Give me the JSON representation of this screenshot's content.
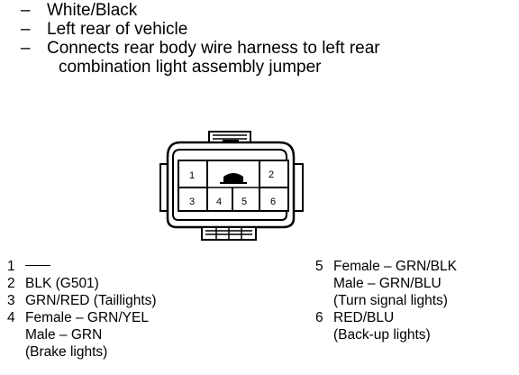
{
  "header": {
    "dash": "–",
    "lines": [
      "White/Black",
      "Left rear of vehicle",
      "Connects rear body wire harness to left rear",
      "combination light assembly jumper"
    ]
  },
  "connector": {
    "pins": [
      "1",
      "2",
      "3",
      "4",
      "5",
      "6"
    ]
  },
  "legend": {
    "left": [
      {
        "num": "1",
        "lines": []
      },
      {
        "num": "2",
        "lines": [
          "BLK (G501)"
        ]
      },
      {
        "num": "3",
        "lines": [
          "GRN/RED (Taillights)"
        ]
      },
      {
        "num": "4",
        "lines": [
          "Female – GRN/YEL",
          "Male – GRN",
          "(Brake lights)"
        ]
      }
    ],
    "right": [
      {
        "num": "5",
        "lines": [
          "Female – GRN/BLK",
          "Male – GRN/BLU",
          "(Turn signal lights)"
        ]
      },
      {
        "num": "6",
        "lines": [
          "RED/BLU",
          "(Back-up lights)"
        ]
      }
    ]
  }
}
